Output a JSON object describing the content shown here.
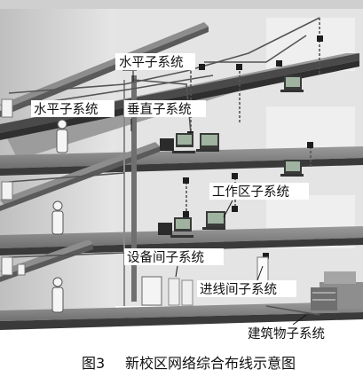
{
  "labels": {
    "horizontal_top": "水平子系统",
    "horizontal_left": "水平子系统",
    "vertical": "垂直子系统",
    "work_area": "工作区子系统",
    "equipment_room": "设备间子系统",
    "entrance_room": "进线间子系统",
    "building": "建筑物子系统"
  },
  "caption": {
    "figure_no": "图3",
    "title": "新校区网络综合布线示意图"
  },
  "colors": {
    "floor_top": "#8a8a8a",
    "floor_edge": "#3f3f3f",
    "wall": "#d6d6d6",
    "wall_dark": "#bdbdbd",
    "tray": "#7a7a7a",
    "cable": "#555555"
  }
}
